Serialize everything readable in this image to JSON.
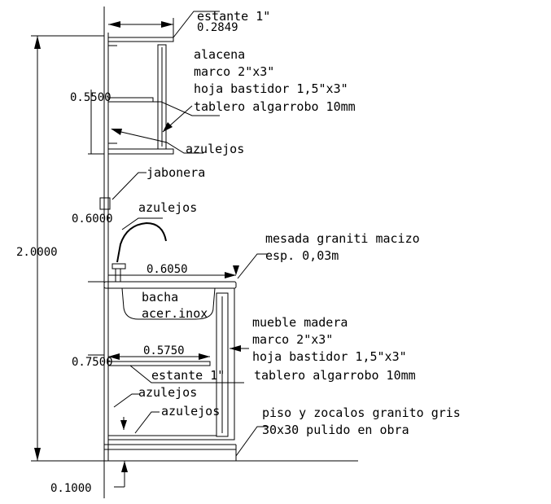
{
  "drawing": {
    "dimensions": {
      "total_height": "2.0000",
      "top_cabinet_width": "0.2849",
      "upper_gap": "0.5500",
      "mid_gap": "0.6000",
      "counter_width": "0.6050",
      "lower_height": "0.7500",
      "lower_cabinet_depth": "0.5750",
      "floor_offset": "0.1000"
    },
    "labels": {
      "estante_top": "estante 1\"",
      "alacena": "alacena",
      "alacena_marco": "marco 2\"x3\"",
      "alacena_hoja": "hoja bastidor 1,5\"x3\"",
      "alacena_tablero": "tablero algarrobo 10mm",
      "azulejos_1": "azulejos",
      "jabonera": "jabonera",
      "azulejos_2": "azulejos",
      "mesada": "mesada graniti macizo",
      "mesada_esp": "esp. 0,03m",
      "bacha": "bacha",
      "bacha_mat": "acer.inox",
      "mueble": "mueble madera",
      "mueble_marco": "marco 2\"x3\"",
      "mueble_hoja": "hoja bastidor 1,5\"x3\"",
      "mueble_tablero": "tablero algarrobo 10mm",
      "estante_bottom": "estante 1\"",
      "azulejos_3": "azulejos",
      "azulejos_4": "azulejos",
      "piso": "piso y zocalos granito gris",
      "piso_2": "30x30 pulido en obra"
    }
  }
}
